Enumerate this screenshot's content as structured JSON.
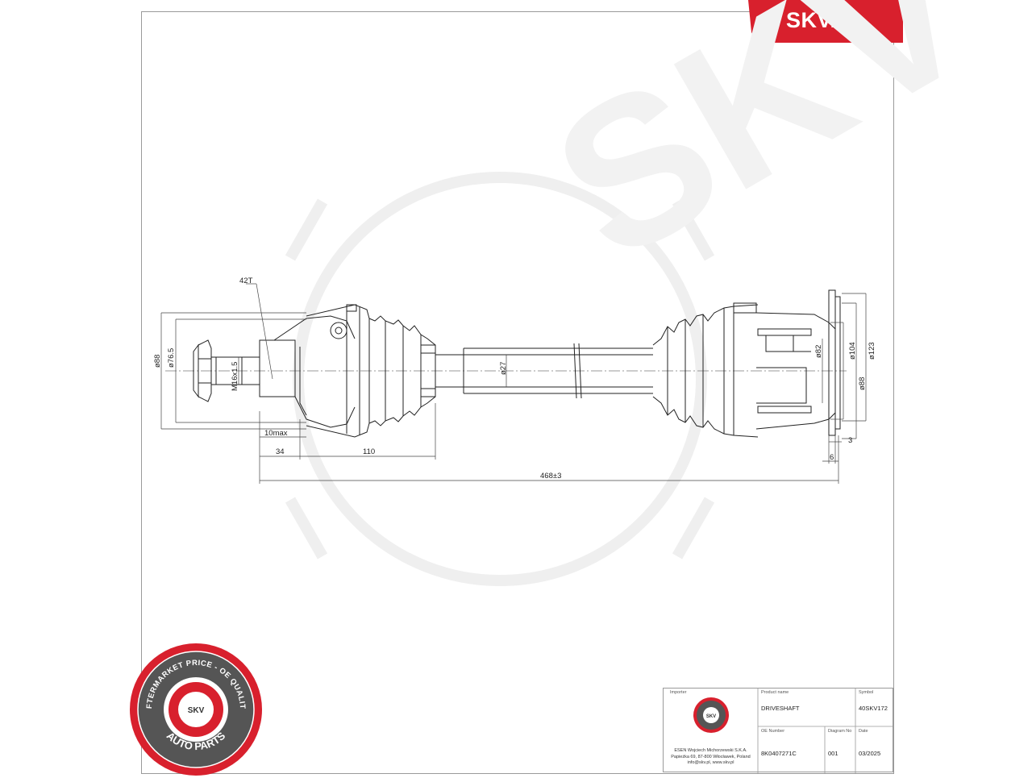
{
  "brand": {
    "name": "SKV.PL",
    "accent": "#d8202d"
  },
  "dimensions": {
    "teeth": "42T",
    "d88_left": "ø88",
    "d765": "ø76.5",
    "thread": "M16x1.5",
    "d27": "ø27",
    "d82": "ø82",
    "d104": "ø104",
    "d123": "ø123",
    "d88_right": "ø88",
    "max10": "10max",
    "len34": "34",
    "len110": "110",
    "total": "468±3",
    "len3": "3",
    "len6": "6"
  },
  "seal": {
    "top_text": "AFTERMARKET PRICE - OE QUALITY",
    "bottom_text": "AUTO PARTS",
    "logo": "SKV"
  },
  "title_block": {
    "importer_label": "Importer",
    "importer_logo": "SKV",
    "importer_line1": "ESEN Wojciech Michorzewski S.K.A.",
    "importer_line2": "Papieżka 69, 87-800 Włocławek, Poland",
    "importer_line3": "info@skv.pl, www.skv.pl",
    "product_label": "Product name",
    "product_value": "DRIVESHAFT",
    "symbol_label": "Symbol",
    "symbol_value": "40SKV172",
    "oe_label": "OE Number",
    "oe_value": "8K0407271C",
    "diagram_label": "Diagram No",
    "diagram_value": "001",
    "date_label": "Date",
    "date_value": "03/2025"
  }
}
